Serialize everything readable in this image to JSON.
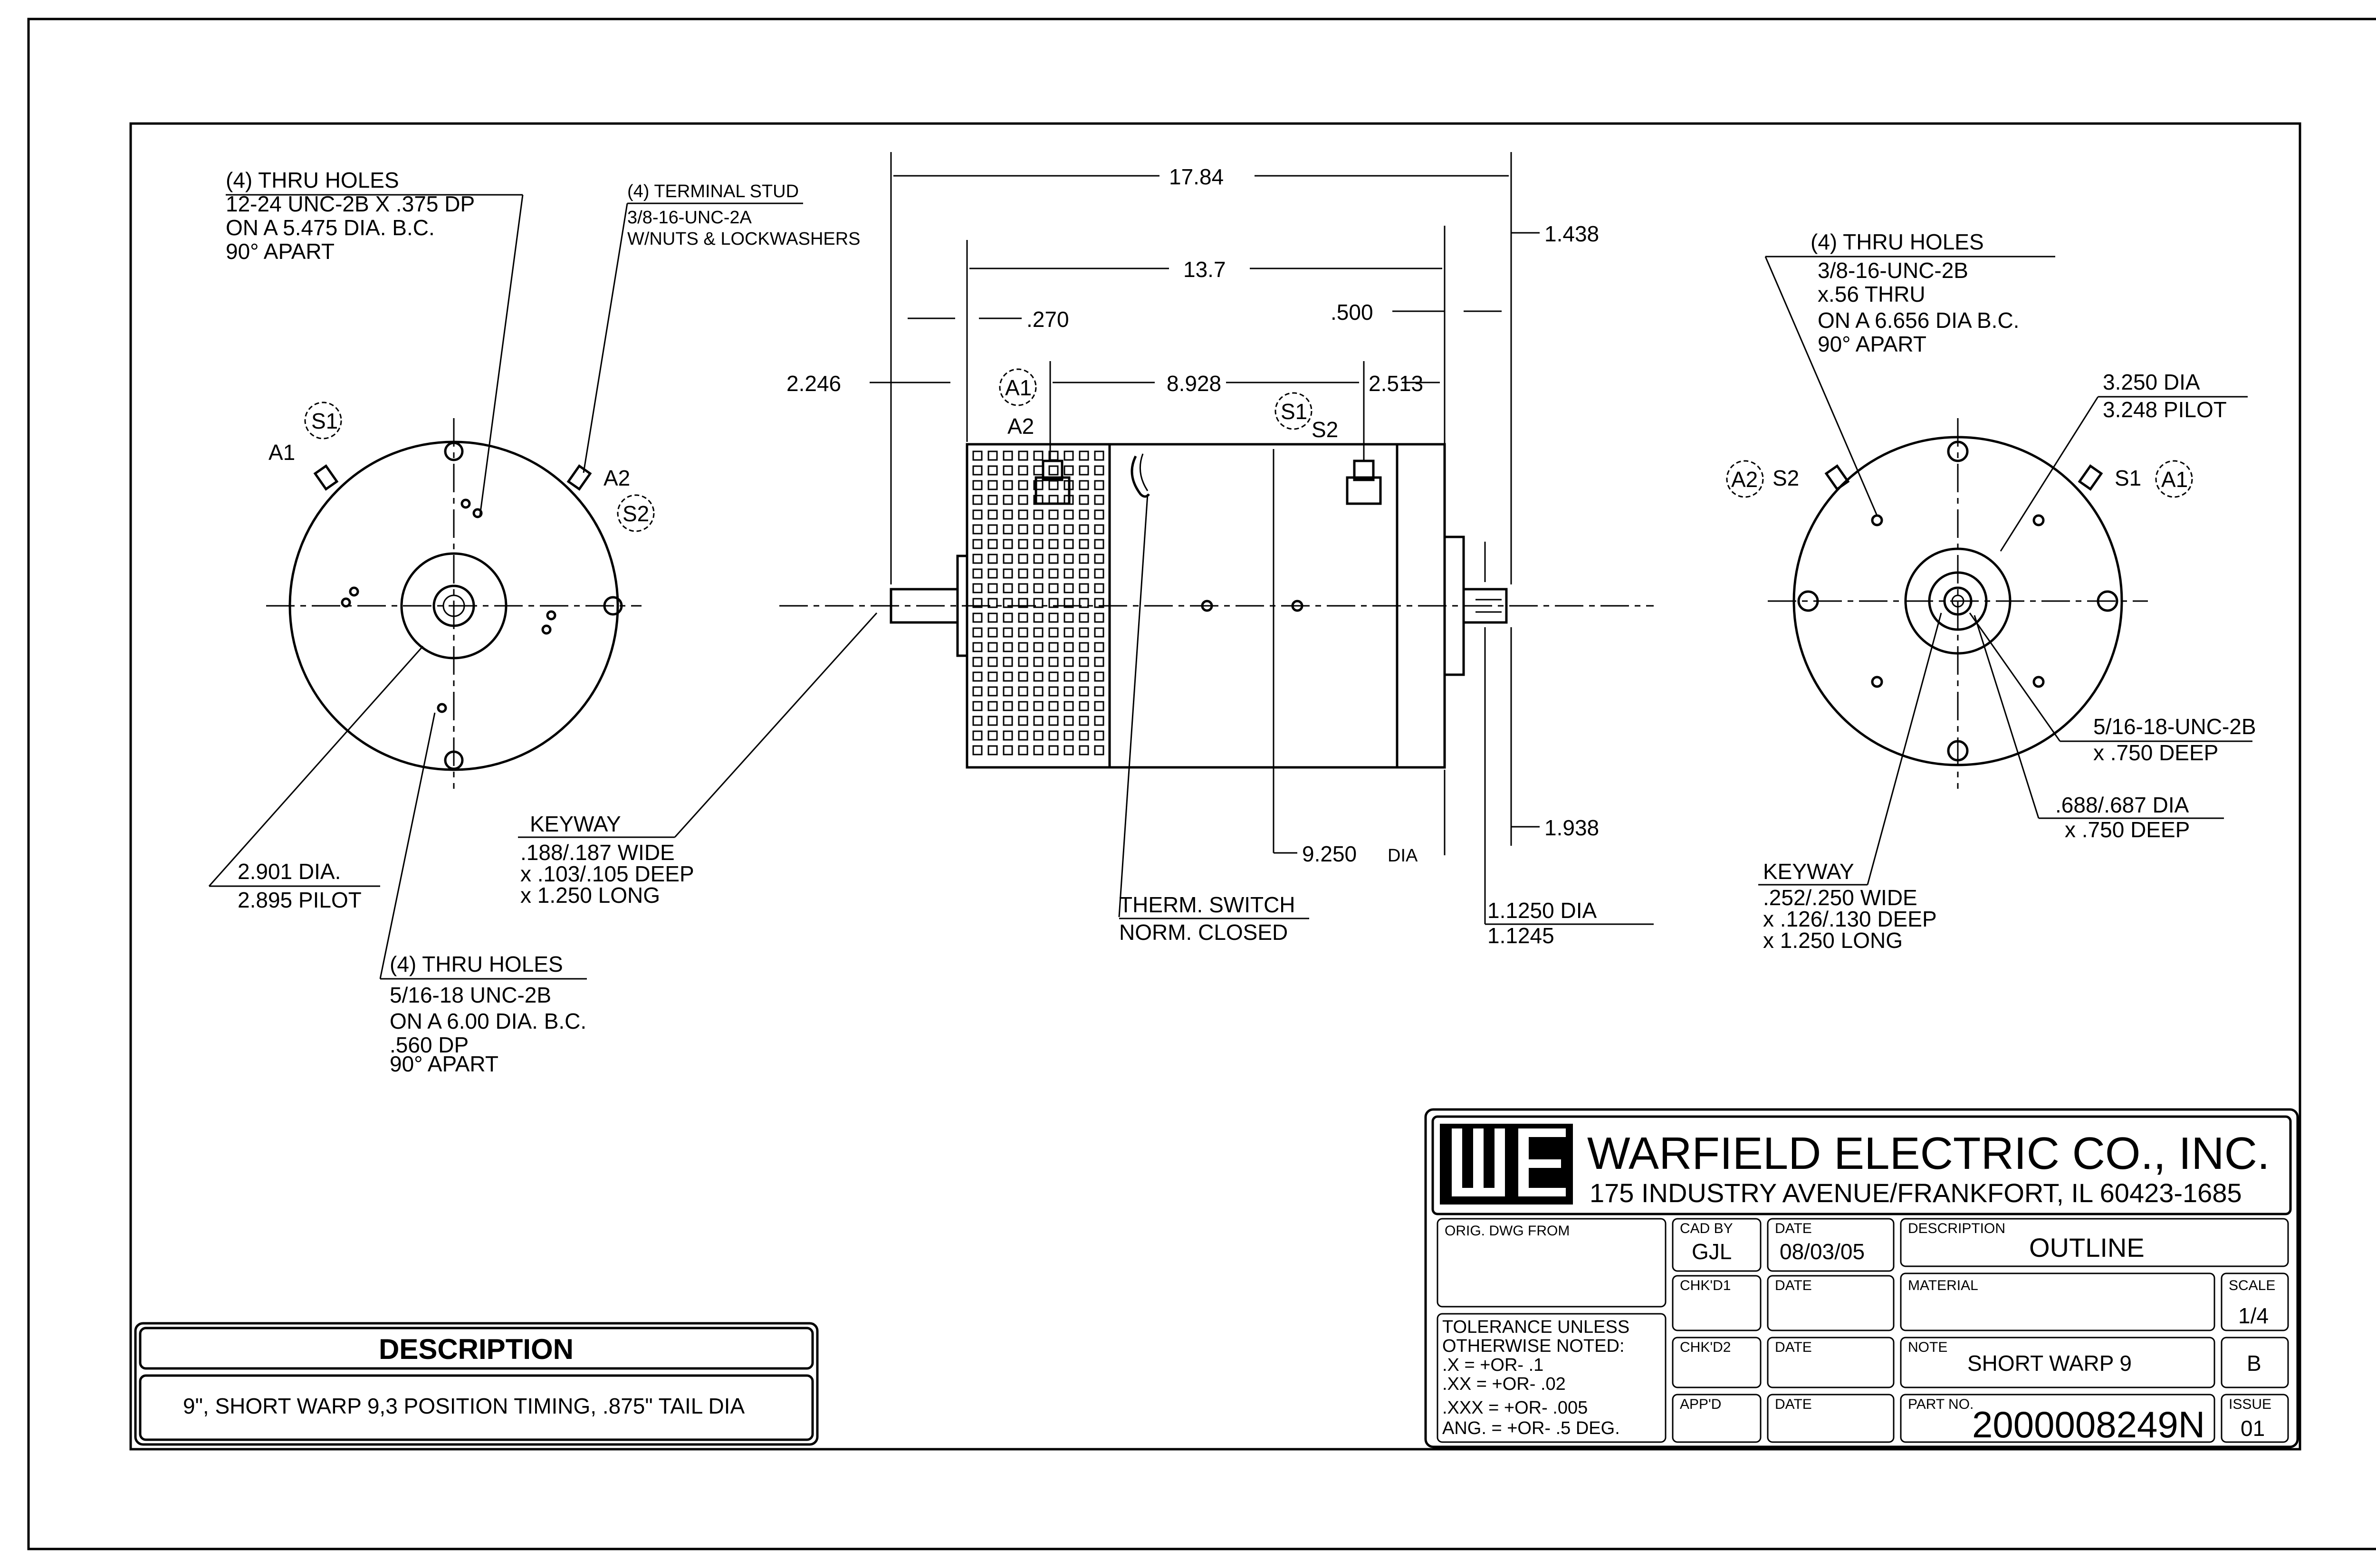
{
  "drawing": {
    "left_view": {
      "thru_holes_top": [
        "(4) THRU HOLES",
        "12-24 UNC-2B X .375 DP",
        "ON A 5.475 DIA. B.C.",
        "90° APART"
      ],
      "terminal_stud": [
        "(4) TERMINAL STUD",
        "3/8-16-UNC-2A",
        "W/NUTS & LOCKWASHERS"
      ],
      "s1": "S1",
      "a1": "A1",
      "a2": "A2",
      "s2": "S2",
      "pilot": [
        "2.901 DIA.",
        "2.895 PILOT"
      ],
      "thru_holes_bottom": [
        "(4) THRU HOLES",
        "5/16-18 UNC-2B",
        "ON A 6.00 DIA. B.C.",
        ".560 DP",
        "90° APART"
      ]
    },
    "side_view": {
      "dim_overall": "17.84",
      "dim_body": "13.7",
      "dim_270": ".270",
      "dim_500": ".500",
      "dim_1438": "1.438",
      "dim_2246": "2.246",
      "dim_8928": "8.928",
      "dim_2513": "2.513",
      "a1": "A1",
      "a2": "A2",
      "s1": "S1",
      "s2": "S2",
      "keyway": [
        "KEYWAY",
        ".188/.187 WIDE",
        "x .103/.105 DEEP",
        "x 1.250 LONG"
      ],
      "therm": [
        "THERM. SWITCH",
        "NORM. CLOSED"
      ],
      "dia_9250": "9.250",
      "dia_label": "DIA",
      "dim_1938": "1.938",
      "shaft": [
        "1.1250 DIA",
        "1.1245"
      ]
    },
    "right_view": {
      "thru_holes": [
        "(4) THRU HOLES",
        "3/8-16-UNC-2B",
        "x.56 THRU",
        "ON A 6.656 DIA B.C.",
        "90° APART"
      ],
      "pilot": [
        "3.250 DIA",
        "3.248 PILOT"
      ],
      "a2": "A2",
      "s2": "S2",
      "s1": "S1",
      "a1": "A1",
      "tap": [
        "5/16-18-UNC-2B",
        "x .750 DEEP"
      ],
      "bore": [
        ".688/.687 DIA",
        "x .750 DEEP"
      ],
      "keyway": [
        "KEYWAY",
        ".252/.250 WIDE",
        "x .126/.130 DEEP",
        "x 1.250 LONG"
      ]
    }
  },
  "description_box": {
    "header": "DESCRIPTION",
    "text": "9\", SHORT WARP 9,3 POSITION TIMING, .875\" TAIL DIA"
  },
  "title_block": {
    "company": "WARFIELD ELECTRIC CO., INC.",
    "address": "175 INDUSTRY AVENUE/FRANKFORT, IL 60423-1685",
    "orig_dwg_from_label": "ORIG. DWG FROM",
    "cad_by_label": "CAD BY",
    "cad_by": "GJL",
    "date_label": "DATE",
    "date": "08/03/05",
    "description_label": "DESCRIPTION",
    "description": "OUTLINE",
    "chkd1_label": "CHK'D1",
    "material_label": "MATERIAL",
    "scale_label": "SCALE",
    "scale": "1/4",
    "tolerance": [
      "TOLERANCE UNLESS",
      "OTHERWISE NOTED:",
      ".X     = +OR- .1",
      ".XX    = +OR- .02",
      ".XXX  = +OR- .005",
      "ANG. = +OR- .5 DEG."
    ],
    "chkd2_label": "CHK'D2",
    "note_label": "NOTE",
    "note": "SHORT WARP 9",
    "rev": "B",
    "appd_label": "APP'D",
    "part_no_label": "PART NO.",
    "part_no": "2000008249N",
    "issue_label": "ISSUE",
    "issue": "01"
  }
}
